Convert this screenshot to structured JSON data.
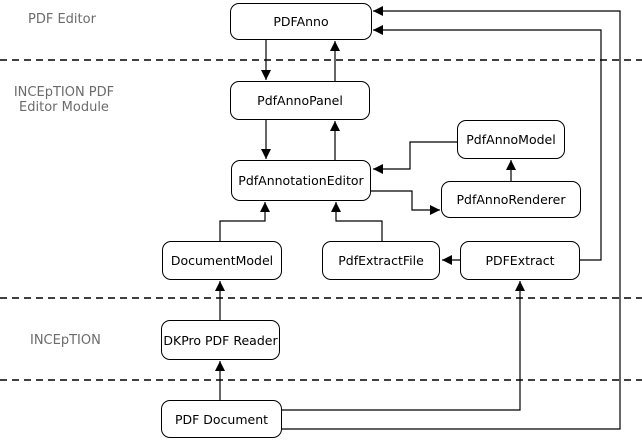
{
  "diagram": {
    "type": "component-dependency-diagram",
    "colors": {
      "background": "#ffffff",
      "line": "#000000",
      "node_border": "#000000",
      "node_fill": "#ffffff",
      "section_label": "#6b6b6b"
    },
    "sections": [
      {
        "id": "pdf-editor",
        "label": "PDF Editor"
      },
      {
        "id": "inception-pdf-editor-module",
        "label_line1": "INCEpTION PDF",
        "label_line2": "Editor Module"
      },
      {
        "id": "inception",
        "label": "INCEpTION"
      }
    ],
    "separators": {
      "style": "dashed",
      "count": 3
    },
    "nodes": [
      {
        "id": "pdfanno",
        "label": "PDFAnno"
      },
      {
        "id": "pdfannopanel",
        "label": "PdfAnnoPanel"
      },
      {
        "id": "pdfannomodel",
        "label": "PdfAnnoModel"
      },
      {
        "id": "pdfannotationeditor",
        "label": "PdfAnnotationEditor"
      },
      {
        "id": "pdfannorenderer",
        "label": "PdfAnnoRenderer"
      },
      {
        "id": "documentmodel",
        "label": "DocumentModel"
      },
      {
        "id": "pdfextractfile",
        "label": "PdfExtractFile"
      },
      {
        "id": "pdfextract",
        "label": "PDFExtract"
      },
      {
        "id": "dkpro-pdf-reader",
        "label": "DKPro PDF Reader"
      },
      {
        "id": "pdf-document",
        "label": "PDF Document"
      }
    ],
    "edges": [
      {
        "from": "PDFAnno",
        "to": "PdfAnnoPanel"
      },
      {
        "from": "PdfAnnoPanel",
        "to": "PDFAnno"
      },
      {
        "from": "PdfAnnoPanel",
        "to": "PdfAnnotationEditor"
      },
      {
        "from": "PdfAnnotationEditor",
        "to": "PdfAnnoPanel"
      },
      {
        "from": "PdfAnnoModel",
        "to": "PdfAnnotationEditor"
      },
      {
        "from": "PdfAnnotationEditor",
        "to": "PdfAnnoRenderer"
      },
      {
        "from": "PdfAnnoRenderer",
        "to": "PdfAnnoModel"
      },
      {
        "from": "DocumentModel",
        "to": "PdfAnnotationEditor"
      },
      {
        "from": "PdfExtractFile",
        "to": "PdfAnnotationEditor"
      },
      {
        "from": "PDFExtract",
        "to": "PdfExtractFile"
      },
      {
        "from": "PDFExtract",
        "to": "PDFAnno"
      },
      {
        "from": "DKPro PDF Reader",
        "to": "DocumentModel"
      },
      {
        "from": "PDF Document",
        "to": "DKPro PDF Reader"
      },
      {
        "from": "PDF Document",
        "to": "PDFExtract"
      },
      {
        "from": "PDF Document",
        "to": "PDFAnno"
      }
    ]
  }
}
